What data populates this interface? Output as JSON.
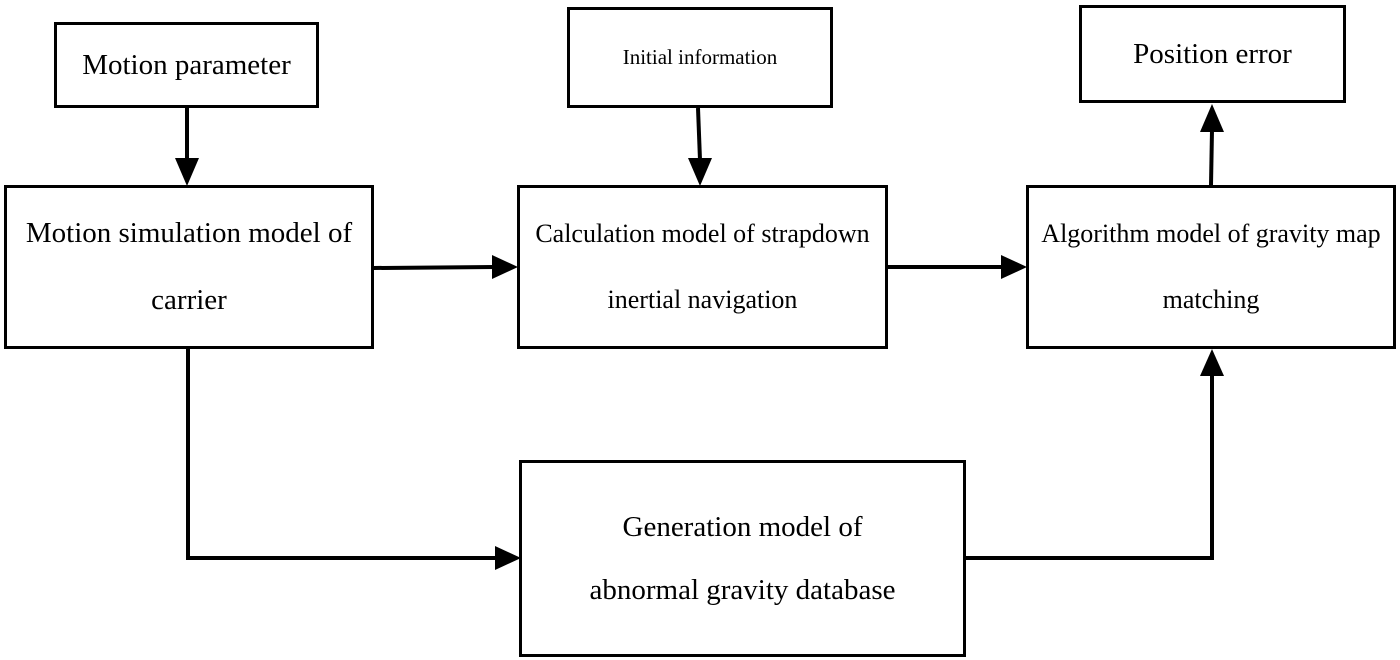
{
  "diagram": {
    "nodes": {
      "motion_parameter": {
        "label": "Motion parameter"
      },
      "initial_information": {
        "label": "Initial information"
      },
      "position_error": {
        "label": "Position error"
      },
      "motion_simulation": {
        "lines": [
          "Motion simulation model of",
          "carrier"
        ]
      },
      "strapdown_calculation": {
        "lines": [
          "Calculation model of strapdown",
          "inertial navigation"
        ]
      },
      "gravity_matching": {
        "lines": [
          "Algorithm model of gravity map",
          "matching"
        ]
      },
      "gravity_database": {
        "lines": [
          "Generation model of",
          "abnormal gravity database"
        ]
      }
    },
    "edges": [
      {
        "from": "motion_parameter",
        "to": "motion_simulation"
      },
      {
        "from": "initial_information",
        "to": "strapdown_calculation"
      },
      {
        "from": "gravity_matching",
        "to": "position_error"
      },
      {
        "from": "motion_simulation",
        "to": "strapdown_calculation"
      },
      {
        "from": "strapdown_calculation",
        "to": "gravity_matching"
      },
      {
        "from": "motion_simulation",
        "to": "gravity_database"
      },
      {
        "from": "gravity_database",
        "to": "gravity_matching"
      }
    ]
  }
}
